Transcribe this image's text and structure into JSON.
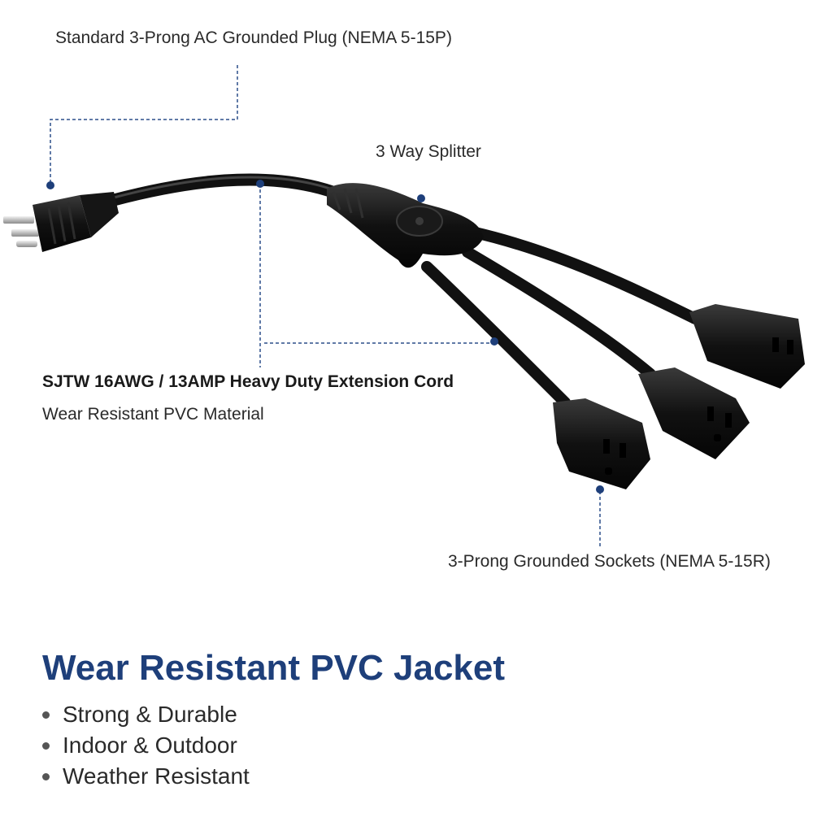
{
  "callouts": {
    "plug": "Standard 3-Prong AC Grounded Plug (NEMA 5-15P)",
    "splitter": "3 Way Splitter",
    "cord_title": "SJTW 16AWG / 13AMP Heavy Duty Extension Cord",
    "cord_subtitle": "Wear Resistant PVC Material",
    "sockets": "3-Prong Grounded Sockets (NEMA 5-15R)"
  },
  "section": {
    "heading": "Wear Resistant PVC Jacket",
    "features": [
      "Strong & Durable",
      "Indoor & Outdoor",
      "Weather Resistant"
    ]
  },
  "colors": {
    "accent": "#1e3f7a",
    "callout_line": "#2b4f8a",
    "cord": "#111111"
  }
}
